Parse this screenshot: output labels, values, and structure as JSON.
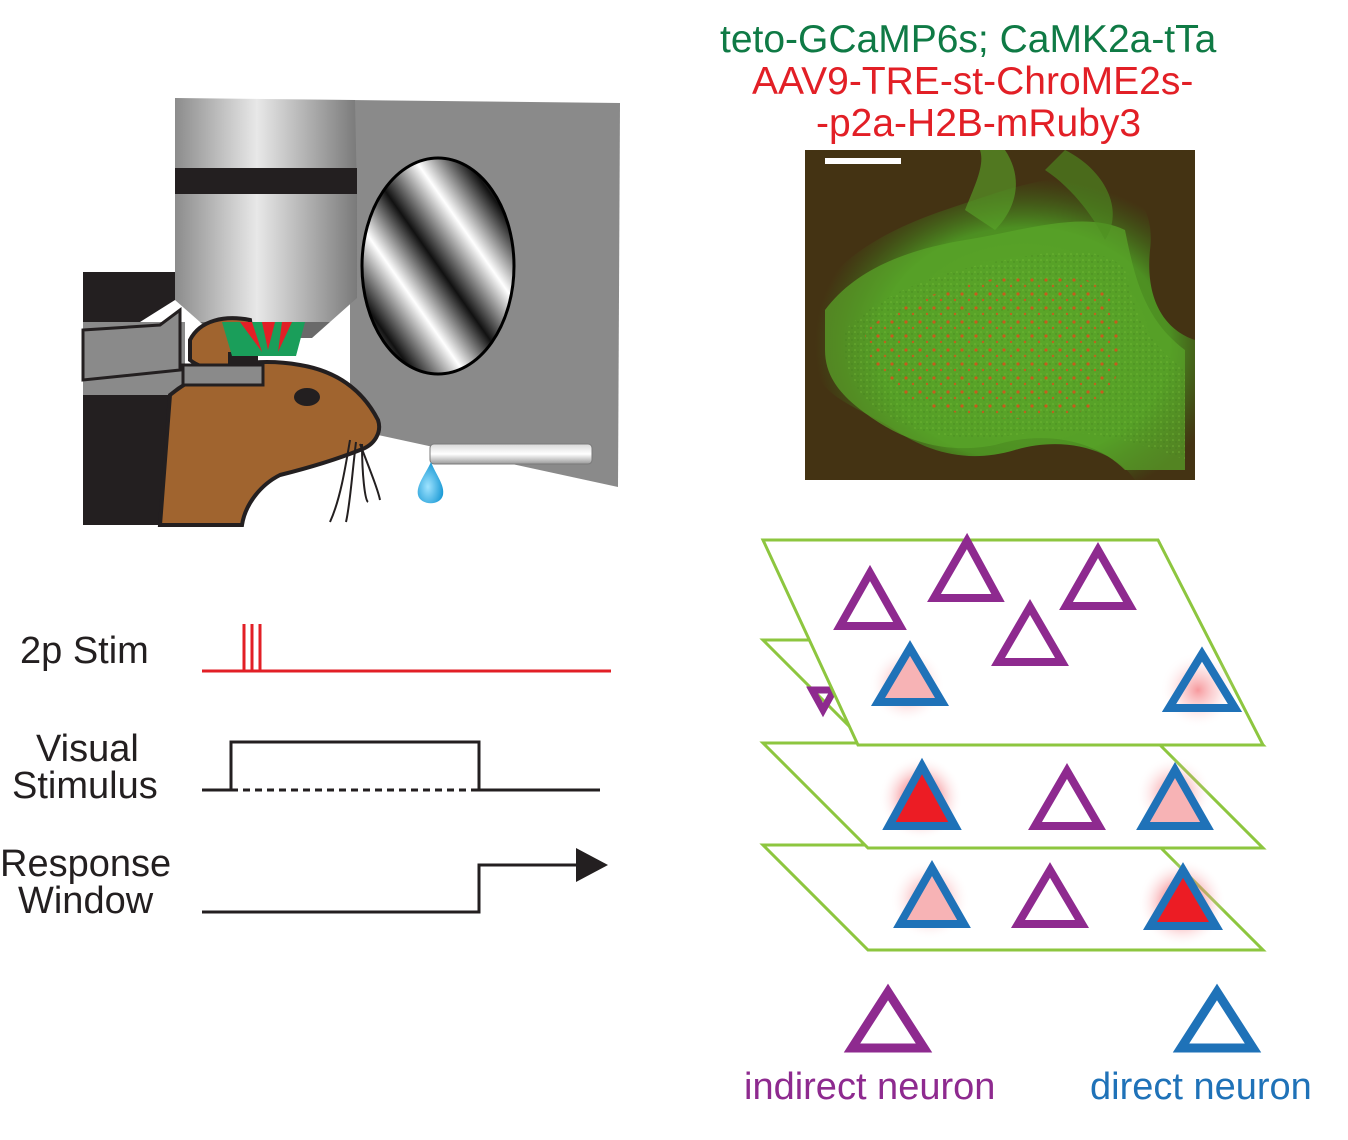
{
  "microscope": {
    "genotype_line1": "teto-GCaMP6s; CaMK2a-tTa",
    "genotype_line2": "AAV9-TRE-st-ChroME2s-",
    "genotype_line3": "-p2a-H2B-mRuby3"
  },
  "timeline": {
    "rows": [
      {
        "label": "2p Stim"
      },
      {
        "label_line1": "Visual",
        "label_line2": "Stimulus"
      },
      {
        "label_line1": "Response",
        "label_line2": "Window"
      }
    ]
  },
  "legend": {
    "indirect": "indirect neuron",
    "direct": "direct neuron"
  },
  "colors": {
    "genotype_green": "#0f7a45",
    "genotype_red": "#e21f26",
    "indirect_purple": "#8e2a8f",
    "direct_blue": "#1f72b8",
    "plane_green": "#8dc63f",
    "stim_red": "#e21f26",
    "mouse_brown": "#a0642f",
    "screen_gray": "#8a8a8a"
  }
}
